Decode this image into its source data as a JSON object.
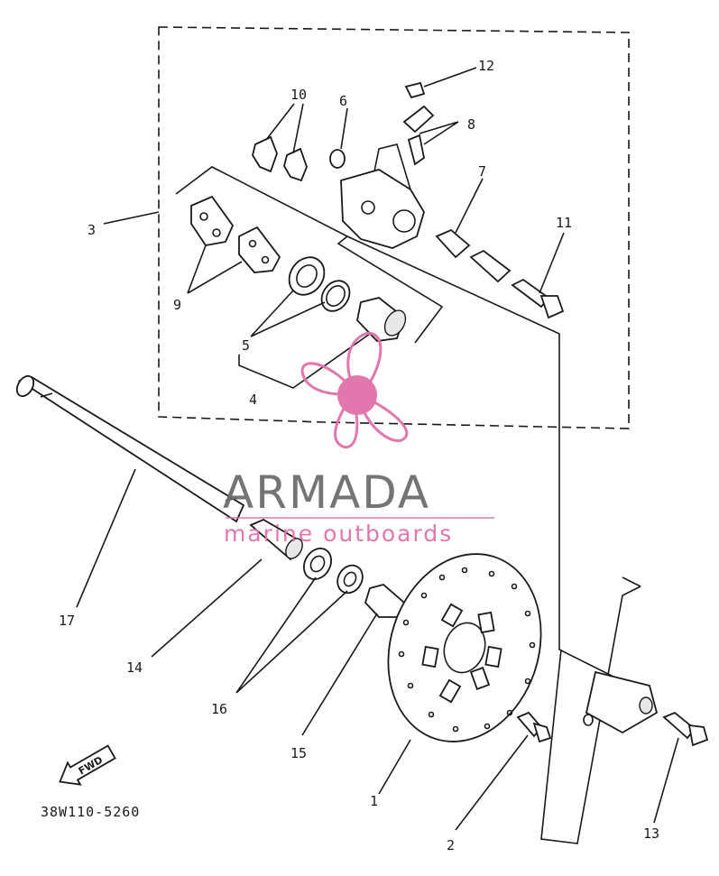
{
  "diagram": {
    "part_labels": [
      {
        "id": "1",
        "text": "1"
      },
      {
        "id": "2",
        "text": "2"
      },
      {
        "id": "3",
        "text": "3"
      },
      {
        "id": "4",
        "text": "4"
      },
      {
        "id": "5",
        "text": "5"
      },
      {
        "id": "6",
        "text": "6"
      },
      {
        "id": "7",
        "text": "7"
      },
      {
        "id": "8",
        "text": "8"
      },
      {
        "id": "9",
        "text": "9"
      },
      {
        "id": "10",
        "text": "10"
      },
      {
        "id": "11",
        "text": "11"
      },
      {
        "id": "12",
        "text": "12"
      },
      {
        "id": "13",
        "text": "13"
      },
      {
        "id": "14",
        "text": "14"
      },
      {
        "id": "15",
        "text": "15"
      },
      {
        "id": "16",
        "text": "16"
      },
      {
        "id": "17",
        "text": "17"
      }
    ],
    "fwd_arrow_text": "FWD",
    "drawing_code": "38W110-5260"
  },
  "watermark": {
    "title": "ARMADA",
    "subtitle": "marine outboards",
    "accent_color": "#e070a8",
    "text_color": "#6d6d6d"
  }
}
